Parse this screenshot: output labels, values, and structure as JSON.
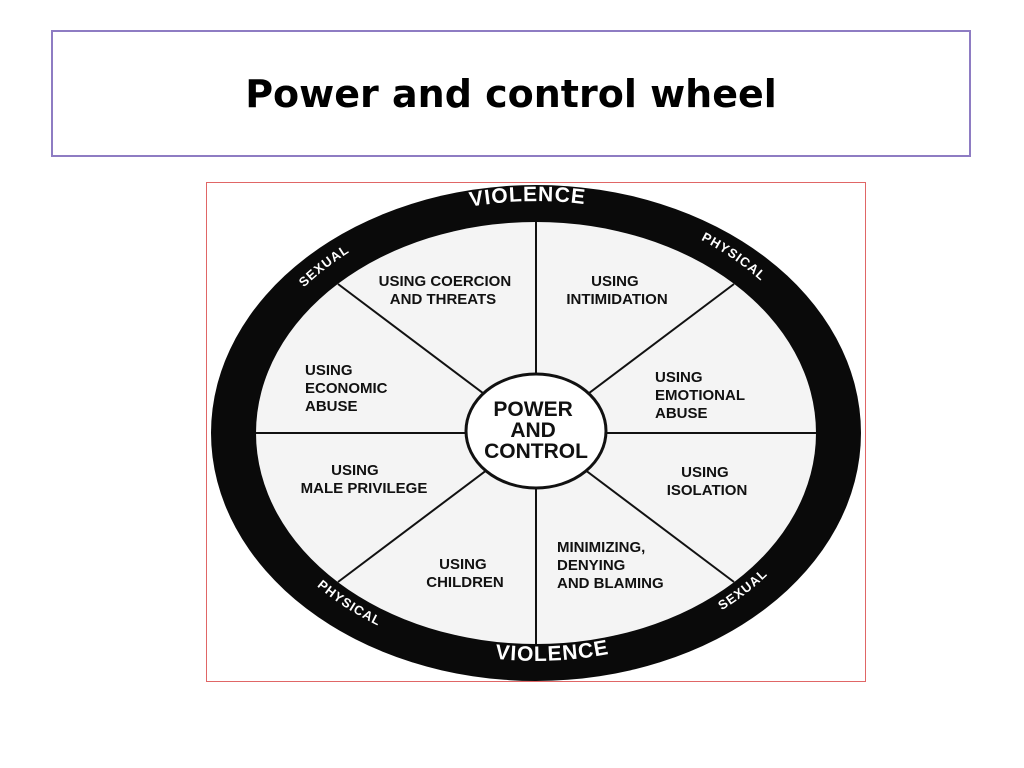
{
  "slide": {
    "title": "Power and control wheel"
  },
  "wheel": {
    "center": [
      "POWER",
      "AND",
      "CONTROL"
    ],
    "rim_top": {
      "left": "SEXUAL",
      "middle": "VIOLENCE",
      "right": "PHYSICAL"
    },
    "rim_bottom": {
      "left": "PHYSICAL",
      "middle": "VIOLENCE",
      "right": "SEXUAL"
    },
    "segments": [
      {
        "id": "coercion",
        "lines": [
          "USING COERCION",
          "AND THREATS"
        ]
      },
      {
        "id": "intimidation",
        "lines": [
          "USING",
          "INTIMIDATION"
        ]
      },
      {
        "id": "emotional",
        "lines": [
          "USING",
          "EMOTIONAL",
          "ABUSE"
        ]
      },
      {
        "id": "isolation",
        "lines": [
          "USING",
          "ISOLATION"
        ]
      },
      {
        "id": "minimizing",
        "lines": [
          "MINIMIZING,",
          "DENYING",
          "AND BLAMING"
        ]
      },
      {
        "id": "children",
        "lines": [
          "USING",
          "CHILDREN"
        ]
      },
      {
        "id": "privilege",
        "lines": [
          "USING",
          "MALE PRIVILEGE"
        ]
      },
      {
        "id": "economic",
        "lines": [
          "USING",
          "ECONOMIC",
          "ABUSE"
        ]
      }
    ],
    "colors": {
      "ring": "#0a0a0a",
      "fill": "#f4f4f4",
      "frame": "#e06666",
      "title_border": "#8e7cc3"
    }
  }
}
